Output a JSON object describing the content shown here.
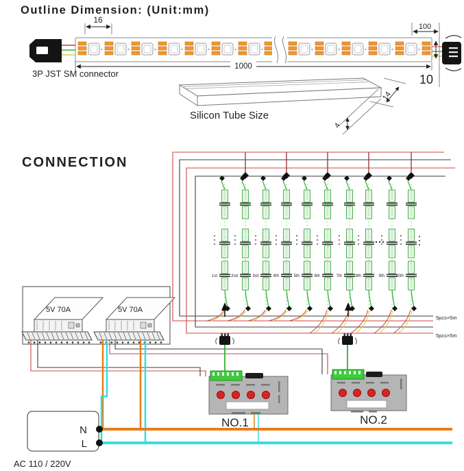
{
  "outline": {
    "title": "Outline  Dimension:  (Unit:mm)",
    "dims": {
      "pitch": "16",
      "end": "100",
      "length": "1000",
      "width": "10",
      "tube_width": "14",
      "tube_height": "4"
    },
    "connector_label": "3P JST SM  connector",
    "tube_label": "Silicon Tube Size"
  },
  "connection": {
    "title": "CONNECTION",
    "psus": [
      {
        "label": "5V 70A"
      },
      {
        "label": "5V 70A"
      }
    ],
    "strips": [
      "1st",
      "2nd",
      "3rd",
      "4th",
      "5th",
      "6th",
      "7th",
      "8th",
      "9th",
      "10th"
    ],
    "bus_labels": [
      "5pcs×5m",
      "5pcs×5m"
    ],
    "controllers": [
      {
        "label": "NO.1"
      },
      {
        "label": "NO.2"
      }
    ],
    "ac": {
      "n": "N",
      "l": "L",
      "label": "AC 110 / 220V"
    }
  },
  "colors": {
    "title_green": "#00cc22",
    "title_red": "#e00000",
    "wire_red": "#cc4444",
    "wire_dark_red": "#9c3a3a",
    "wire_black": "#3d3d3d",
    "wire_orange": "#e87d1a",
    "wire_cyan": "#35dede",
    "wire_green": "#2db52d",
    "wire_yellow": "#d9ce4a",
    "led_pad_orange": "#f09530",
    "strip_green": "#55ad55",
    "psu_gray": "#b5b5b5",
    "button_red": "#dd2222",
    "terminal_green": "#3ecb3e"
  }
}
